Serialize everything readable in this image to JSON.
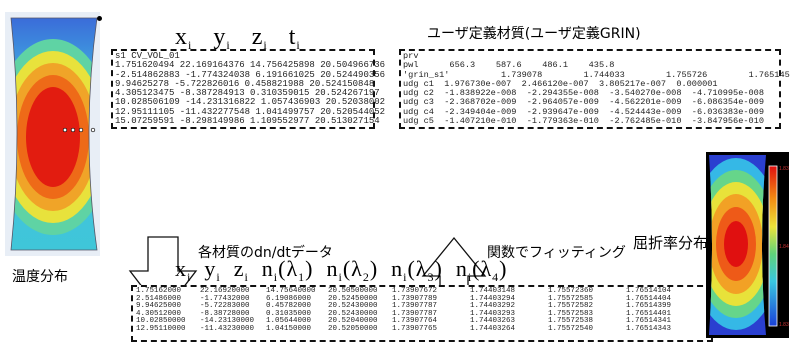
{
  "labels": {
    "temperature_distribution": "温度分布",
    "refractive_index_distribution": "屈折率分布",
    "material_dndt_data": "各材質のdn/dtデータ",
    "function_fitting": "関数でフィッティング",
    "user_defined_material": "ユーザ定義材質(ユーザ定義GRIN)"
  },
  "top_heading": {
    "x": "x",
    "y": "y",
    "z": "z",
    "t": "t",
    "sub": "i"
  },
  "bottom_heading": {
    "x": "x",
    "y": "y",
    "z": "z",
    "n": "n",
    "sub": "i",
    "lambda1": "(λ",
    "lambda1_sub": "1",
    "lambda2_sub": "2",
    "lambda3_sub": "3",
    "lambda4_sub": "4",
    "close": ")"
  },
  "temperature_data": [
    "s1 CV_VOL_01",
    "1.751620494 22.169164376 14.756425898 20.504966736",
    "-2.514862883 -1.774324038 6.191661025 20.524490356",
    "9.94625278 -5.722826016 0.458821988 20.524150848",
    "4.305123475 -8.387284913 0.310359015 20.524267197",
    "10.028506109 -14.231316822 1.057436903 20.52038002",
    "12.95111105 -11.432277548 1.041499757 20.520544052",
    "15.07259591 -8.298149986 1.109552977 20.513027154"
  ],
  "grin_data": [
    "prv",
    "pwl      656.3    587.6    486.1    435.8",
    "'grin_s1'          1.739078        1.744033        1.755726        1.765145",
    "udg c1  1.976730e-007  2.466120e-007  3.805217e-007  0.000001",
    "udg c2  -1.838922e-008  -2.294355e-008  -3.540270e-008  -4.710995e-008",
    "udg c3  -2.368702e-009  -2.964057e-009  -4.562201e-009  -6.086354e-009",
    "udg c4  -2.349404e-009  -2.939647e-009  -4.524443e-009  -6.036383e-009",
    "udg c5  -1.407210e-010  -1.779363e-010  -2.762485e-010  -3.847956e-010"
  ],
  "result_table": [
    [
      "1.75162000",
      "22.16920000",
      "14.75640000",
      "20.50500000",
      "1.73907672",
      "1.74403148",
      "1.75572360",
      "1.76514104"
    ],
    [
      "2.51486000",
      "-1.77432000",
      "6.19086000",
      "20.52450000",
      "1.73907789",
      "1.74403294",
      "1.75572585",
      "1.76514404"
    ],
    [
      "9.94625000",
      "-5.72283000",
      "0.45782000",
      "20.52430000",
      "1.73907787",
      "1.74403292",
      "1.75572582",
      "1.76514399"
    ],
    [
      "4.30512000",
      "-8.38728000",
      "0.31035000",
      "20.52430000",
      "1.73907787",
      "1.74403293",
      "1.75572583",
      "1.76514401"
    ],
    [
      "10.02850000",
      "-14.23130000",
      "1.05644000",
      "20.52040000",
      "1.73907764",
      "1.74403263",
      "1.75572538",
      "1.76514341"
    ],
    [
      "12.95110000",
      "-11.43230000",
      "1.04150000",
      "20.52050000",
      "1.73907765",
      "1.74403264",
      "1.75572540",
      "1.76514343"
    ]
  ],
  "colorbar_ticks": [
    "1.83",
    "1.84",
    "1.83"
  ],
  "colors": {
    "red": "#e01010",
    "orange": "#f28a12",
    "yellow": "#ece33a",
    "cyan": "#39c8e0",
    "blue": "#1a40d8"
  }
}
